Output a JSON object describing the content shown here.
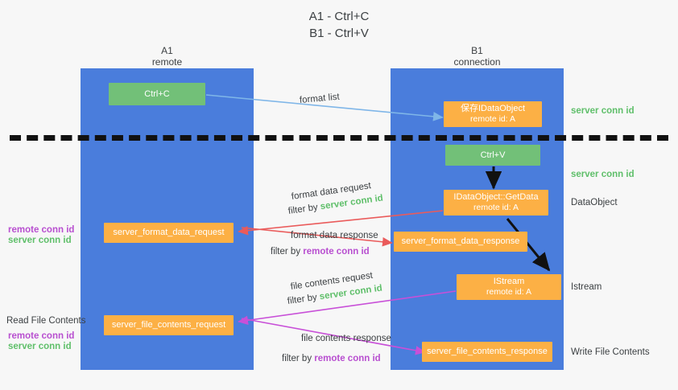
{
  "title": {
    "line1": "A1 - Ctrl+C",
    "line2": "B1 - Ctrl+V"
  },
  "colors": {
    "lane": "#4a7ddc",
    "green_box": "#72c078",
    "orange_box": "#fcb045",
    "green_text": "#5fbf6a",
    "purple_text": "#b84fd0",
    "red_arrow": "#ea5b5b",
    "magenta_arrow": "#c850d8",
    "blue_arrow": "#7fb6e8",
    "black_arrow": "#111111",
    "background": "#f7f7f7"
  },
  "lanes": [
    {
      "id": "a1",
      "title": "A1",
      "subtitle": "remote"
    },
    {
      "id": "b1",
      "title": "B1",
      "subtitle": "connection"
    }
  ],
  "boxes": {
    "ctrl_c": {
      "label": "Ctrl+C",
      "style": "green"
    },
    "save_idataobject": {
      "line1": "保存IDataObject",
      "line2": "remote id: A",
      "style": "orange"
    },
    "ctrl_v": {
      "label": "Ctrl+V",
      "style": "green"
    },
    "getdata": {
      "line1": "IDataObject::GetData",
      "line2": "remote id: A",
      "style": "orange"
    },
    "server_format_data_request": {
      "label": "server_format_data_request",
      "style": "orange"
    },
    "server_format_data_response": {
      "label": "server_format_data_response",
      "style": "orange"
    },
    "istream": {
      "line1": "IStream",
      "line2": "remote id: A",
      "style": "orange"
    },
    "server_file_contents_request": {
      "label": "server_file_contents_request",
      "style": "orange"
    },
    "server_file_contents_response": {
      "label": "server_file_contents_response",
      "style": "orange"
    }
  },
  "right_notes": {
    "server_conn_id_top": "server conn id",
    "server_conn_id_mid": "server conn id",
    "dataobject": "DataObject",
    "istream": "Istream",
    "write_file_contents": "Write File Contents"
  },
  "left_notes": {
    "remote_conn_id_1": "remote conn id",
    "server_conn_id_1": "server conn id",
    "read_file_contents": "Read File Contents",
    "remote_conn_id_2": "remote conn id",
    "server_conn_id_2": "server conn id"
  },
  "flow_labels": {
    "format_list": "format list",
    "format_data_request": "format data request",
    "format_data_request_filter_prefix": "filter by ",
    "format_data_request_filter_value": "server conn id",
    "format_data_response": "format data response",
    "format_data_response_filter_prefix": "filter by ",
    "format_data_response_filter_value": "remote conn id",
    "file_contents_request": "file contents request",
    "file_contents_request_filter_prefix": "filter by ",
    "file_contents_request_filter_value": "server conn id",
    "file_contents_response": "file contents response",
    "file_contents_response_filter_prefix": "filter by ",
    "file_contents_response_filter_value": "remote conn id"
  }
}
